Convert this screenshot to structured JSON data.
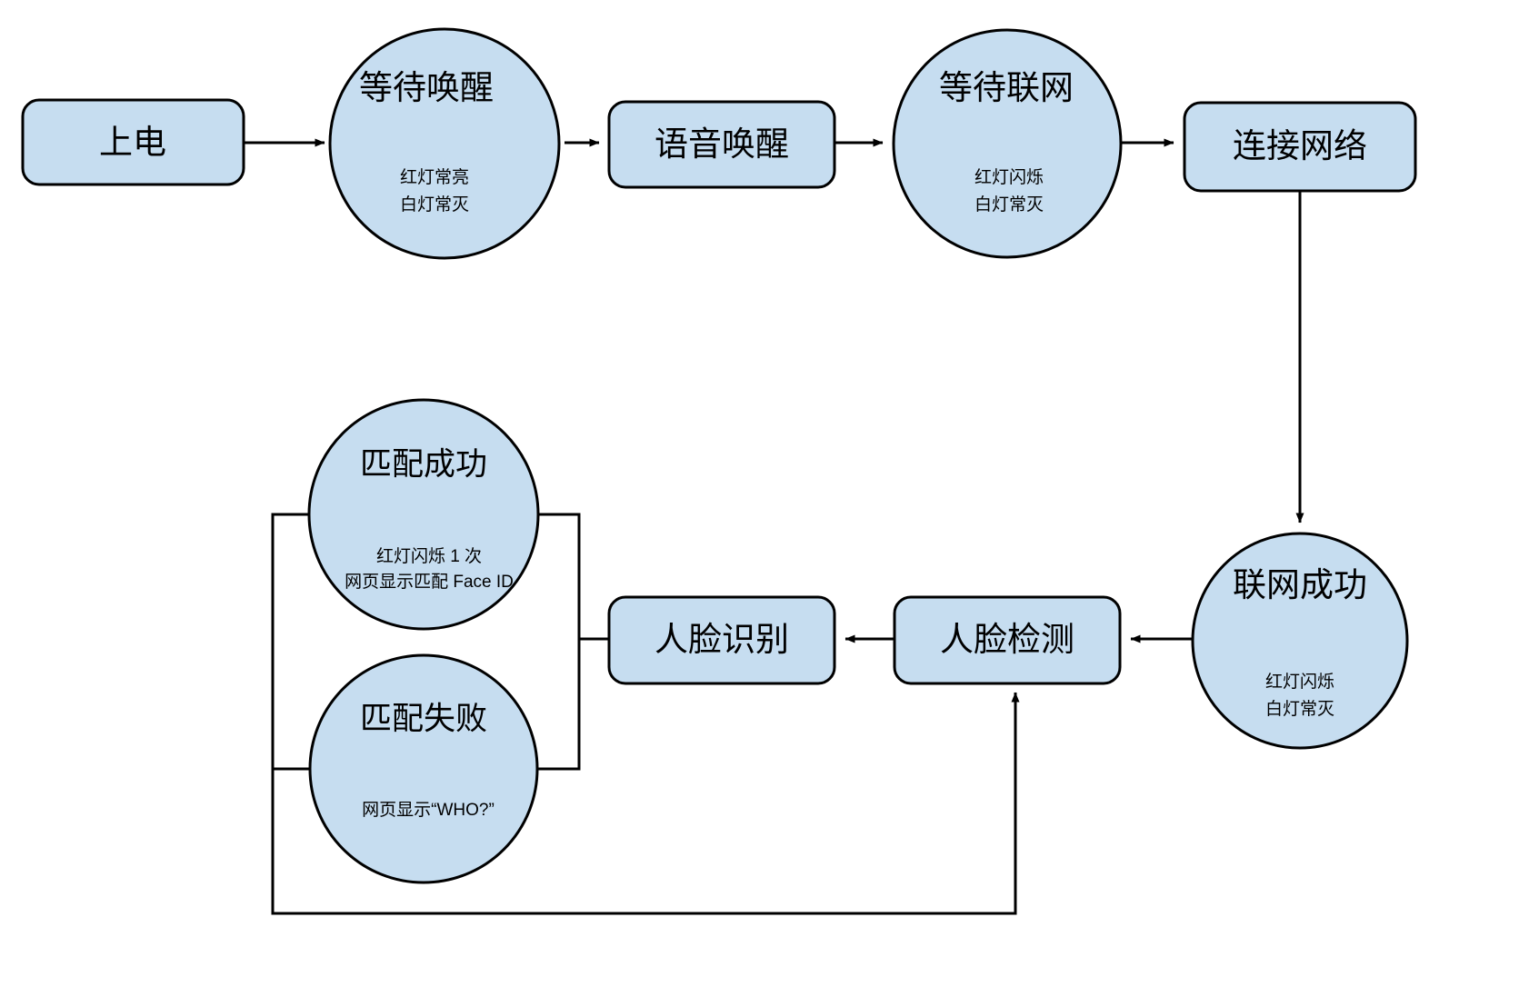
{
  "diagram": {
    "type": "flowchart",
    "title": "",
    "theme": {
      "node_fill": "#c6ddf0",
      "node_stroke": "#000000",
      "edge_stroke": "#000000",
      "background": "#ffffff",
      "text_color": "#000000"
    },
    "nodes": [
      {
        "id": "power-on",
        "shape": "rounded-rect",
        "label": "上电",
        "sub": []
      },
      {
        "id": "wait-wakeup",
        "shape": "circle",
        "label": "等待唤醒",
        "sub": [
          "红灯常亮",
          "白灯常灭"
        ]
      },
      {
        "id": "voice-wakeup",
        "shape": "rounded-rect",
        "label": "语音唤醒",
        "sub": []
      },
      {
        "id": "wait-network",
        "shape": "circle",
        "label": "等待联网",
        "sub": [
          "红灯闪烁",
          "白灯常灭"
        ]
      },
      {
        "id": "connect-network",
        "shape": "rounded-rect",
        "label": "连接网络",
        "sub": []
      },
      {
        "id": "network-success",
        "shape": "circle",
        "label": "联网成功",
        "sub": [
          "红灯闪烁",
          "白灯常灭"
        ]
      },
      {
        "id": "face-detect",
        "shape": "rounded-rect",
        "label": "人脸检测",
        "sub": []
      },
      {
        "id": "face-recognize",
        "shape": "rounded-rect",
        "label": "人脸识别",
        "sub": []
      },
      {
        "id": "match-success",
        "shape": "circle",
        "label": "匹配成功",
        "sub": [
          "红灯闪烁 1 次",
          "网页显示匹配 Face ID"
        ]
      },
      {
        "id": "match-fail",
        "shape": "circle",
        "label": "匹配失败",
        "sub": [
          "网页显示“WHO?”"
        ]
      }
    ],
    "edges": [
      {
        "id": "e1",
        "from": "power-on",
        "to": "wait-wakeup",
        "arrow": true
      },
      {
        "id": "e2",
        "from": "wait-wakeup",
        "to": "voice-wakeup",
        "arrow": true
      },
      {
        "id": "e3",
        "from": "voice-wakeup",
        "to": "wait-network",
        "arrow": true
      },
      {
        "id": "e4",
        "from": "wait-network",
        "to": "connect-network",
        "arrow": true
      },
      {
        "id": "e5",
        "from": "connect-network",
        "to": "network-success",
        "arrow": true
      },
      {
        "id": "e6",
        "from": "network-success",
        "to": "face-detect",
        "arrow": true
      },
      {
        "id": "e7",
        "from": "face-detect",
        "to": "face-recognize",
        "arrow": true
      },
      {
        "id": "e8",
        "from": "face-recognize",
        "to": "match-success",
        "arrow": false
      },
      {
        "id": "e9",
        "from": "face-recognize",
        "to": "match-fail",
        "arrow": false
      },
      {
        "id": "e10",
        "from": "match-fail",
        "to": "face-detect",
        "arrow": true
      }
    ]
  }
}
